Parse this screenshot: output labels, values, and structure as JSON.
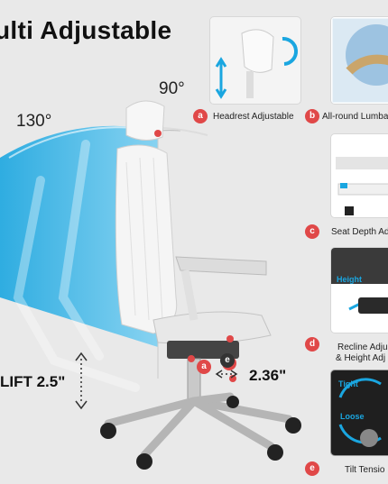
{
  "title": "ulti Adjustable",
  "angles": {
    "recline_max": "130°",
    "upright": "90°"
  },
  "dimensions": {
    "lift": "LIFT 2.5\"",
    "armrest_slide": "2.36\""
  },
  "features": [
    {
      "letter": "a",
      "label": "Headrest Adjustable"
    },
    {
      "letter": "b",
      "label": "All-round Lumba"
    },
    {
      "letter": "c",
      "label": "Seat Depth Adj"
    },
    {
      "letter": "d",
      "label": "Recline Adjus",
      "label2": "& Height Adj"
    },
    {
      "letter": "e",
      "label": "Tilt Tensio"
    }
  ],
  "chair_markers": [
    "a",
    "d",
    "e"
  ],
  "panel_labels": {
    "height": "Height",
    "tight": "Tight",
    "loose": "Loose"
  },
  "colors": {
    "accent_red": "#e04848",
    "blue_fan": "#1aa6e0",
    "background": "#e9e9e9"
  }
}
